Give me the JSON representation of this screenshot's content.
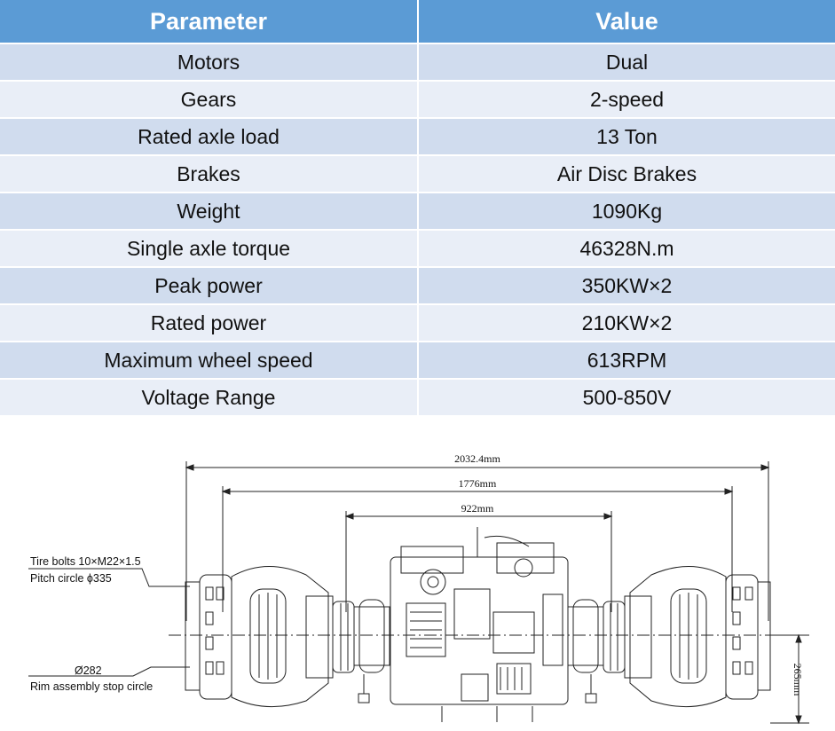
{
  "table": {
    "headers": {
      "parameter": "Parameter",
      "value": "Value"
    },
    "rows": [
      {
        "parameter": "Motors",
        "value": "Dual"
      },
      {
        "parameter": "Gears",
        "value": "2-speed"
      },
      {
        "parameter": "Rated axle load",
        "value": "13 Ton"
      },
      {
        "parameter": "Brakes",
        "value": "Air Disc Brakes"
      },
      {
        "parameter": "Weight",
        "value": "1090Kg"
      },
      {
        "parameter": "Single axle torque",
        "value": "46328N.m"
      },
      {
        "parameter": "Peak power",
        "value": "350KW×2"
      },
      {
        "parameter": "Rated power",
        "value": "210KW×2"
      },
      {
        "parameter": "Maximum wheel speed",
        "value": "613RPM"
      },
      {
        "parameter": "Voltage Range",
        "value": "500-850V"
      }
    ]
  },
  "diagram": {
    "dim_overall": "2032.4mm",
    "dim_middle": "1776mm",
    "dim_inner": "922mm",
    "dim_height": "265mm",
    "note_tire_bolts": "Tire bolts 10×M22×1.5",
    "note_pitch_circle": "Pitch circle ϕ335",
    "note_stop_circle_dia": "Ø282",
    "note_stop_circle": "Rim assembly stop circle"
  }
}
